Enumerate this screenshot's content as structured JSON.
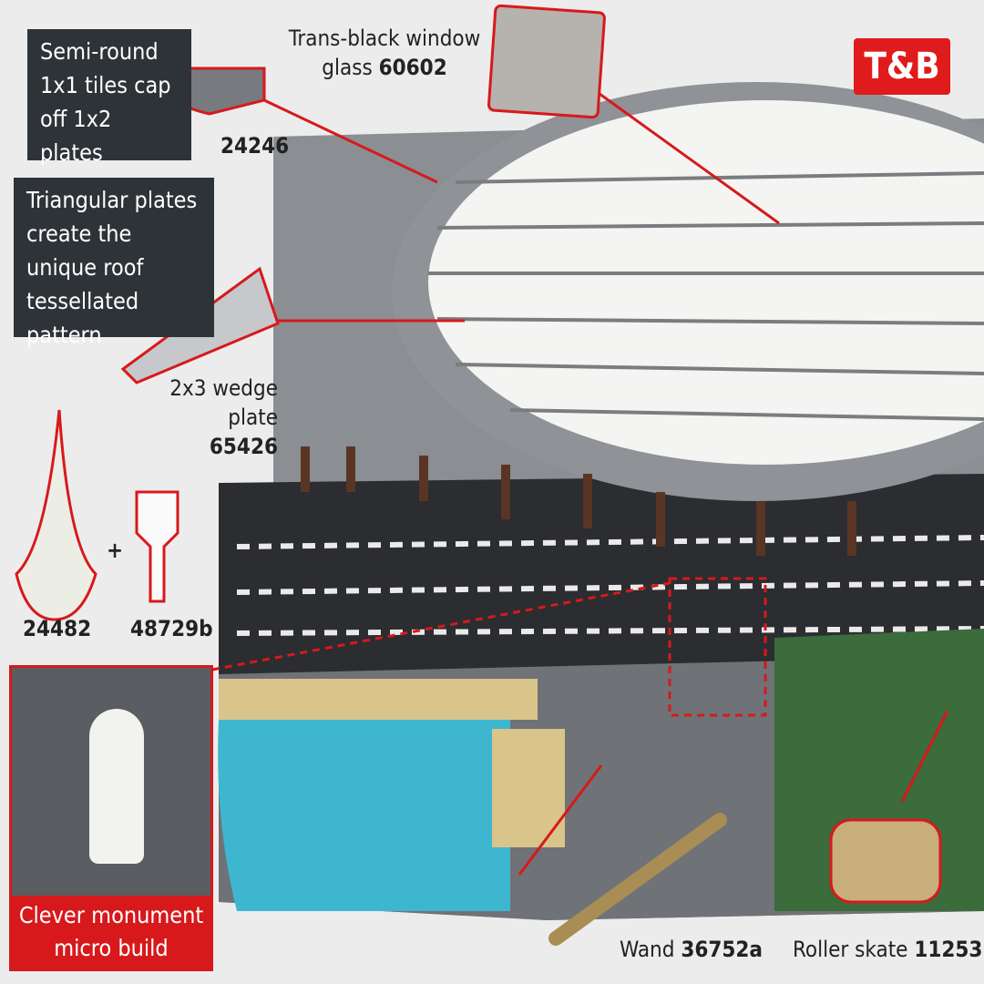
{
  "logo": {
    "text": "T&B",
    "color": "#e01b1b"
  },
  "callouts": {
    "semi_round": {
      "text": "Semi-round 1x1 tiles cap off 1x2 plates",
      "part": "24246"
    },
    "window": {
      "text": "Trans-black window glass",
      "part": "60602"
    },
    "triangular": {
      "text": "Triangular plates create the unique roof tessellated pattern"
    },
    "wedge": {
      "text": "2x3 wedge plate",
      "part": "65426"
    },
    "pieces": {
      "part_a": "24482",
      "plus": "+",
      "part_b": "48729b"
    },
    "monument": {
      "text": "Clever monument micro build"
    },
    "wand": {
      "text": "Wand",
      "part": "36752a"
    },
    "skate": {
      "text": "Roller skate",
      "part": "11253"
    }
  },
  "accent": "#d7191c"
}
